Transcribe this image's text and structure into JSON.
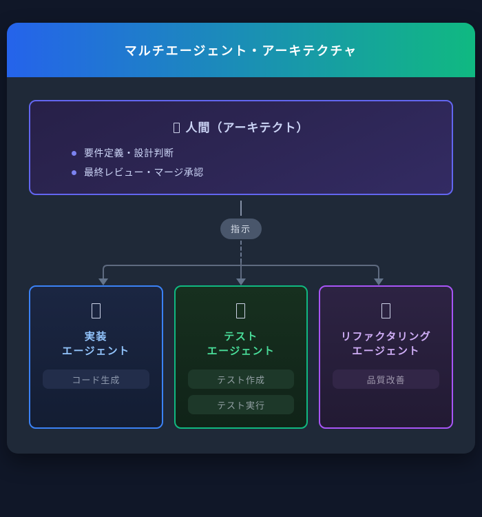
{
  "header": {
    "title": "マルチエージェント・アーキテクチャ"
  },
  "human": {
    "icon": "person-emoji-tofu-icon",
    "title": "人間（アーキテクト）",
    "bullets": [
      "要件定義・設計判断",
      "最終レビュー・マージ承認"
    ]
  },
  "connector": {
    "badge_label": "指示"
  },
  "agents": [
    {
      "icon": "robot-emoji-tofu-icon",
      "name_lines": [
        "実装",
        "エージェント"
      ],
      "tasks": [
        "コード生成"
      ],
      "theme": "blue"
    },
    {
      "icon": "robot-emoji-tofu-icon",
      "name_lines": [
        "テスト",
        "エージェント"
      ],
      "tasks": [
        "テスト作成",
        "テスト実行"
      ],
      "theme": "green"
    },
    {
      "icon": "robot-emoji-tofu-icon",
      "name_lines": [
        "リファクタリング",
        "エージェント"
      ],
      "tasks": [
        "品質改善"
      ],
      "theme": "purple"
    }
  ],
  "colors": {
    "header_gradient_start": "#2563eb",
    "header_gradient_end": "#10b981",
    "human_border": "#6366f1",
    "agent_blue": "#3b82f6",
    "agent_green": "#10b981",
    "agent_purple": "#a855f7",
    "connector_line": "#5f6b80"
  }
}
